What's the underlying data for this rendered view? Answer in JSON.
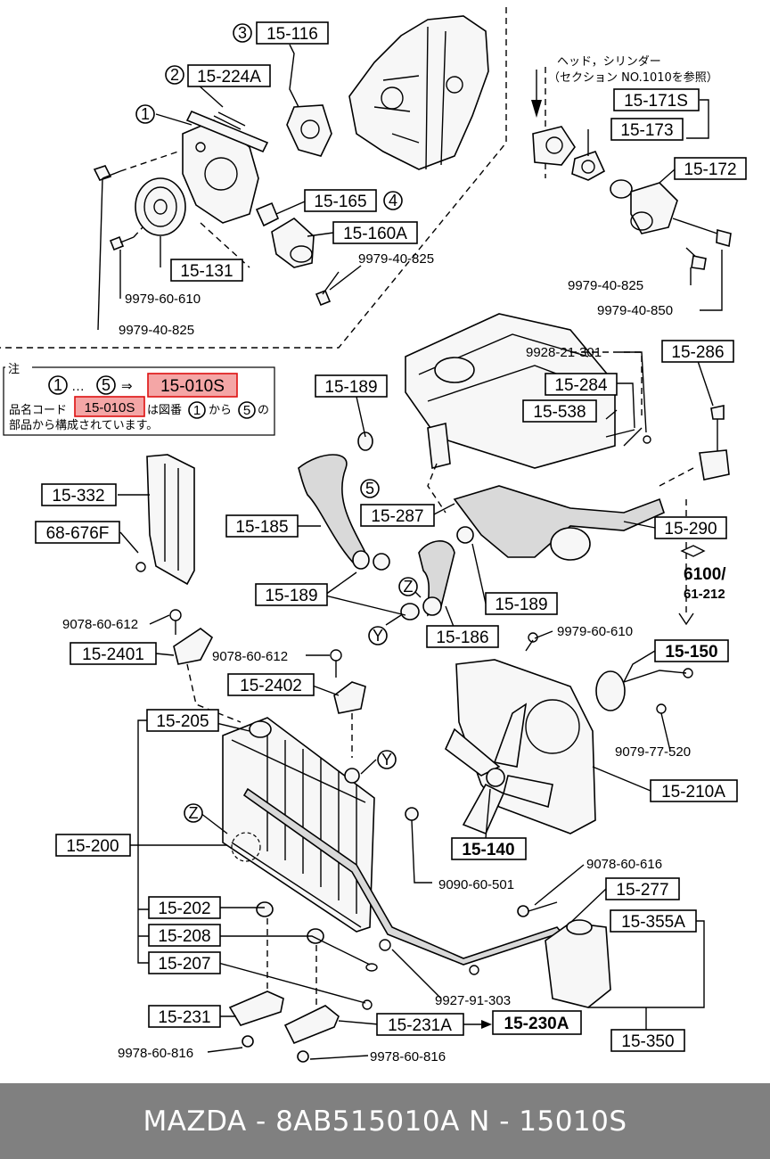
{
  "header_note": {
    "line1": "ヘッド，シリンダー",
    "line2": "（セクション NO.1010を参照）"
  },
  "note_box": {
    "title": "注",
    "range_start": "1",
    "range_end": "5",
    "arrow": "⇒",
    "code": "15-010S",
    "line2_prefix": "品名コード",
    "line2_code": "15-010S",
    "line2_suffix_a": "は図番",
    "line2_from": "1",
    "line2_suffix_b": "から",
    "line2_to": "5",
    "line2_end": "の",
    "line3": "部品から構成されています。"
  },
  "part_labels": [
    "15-116",
    "15-224A",
    "15-165",
    "15-160A",
    "15-131",
    "15-171S",
    "15-173",
    "15-172",
    "15-286",
    "15-284",
    "15-538",
    "15-189",
    "15-189",
    "15-189",
    "15-332",
    "68-676F",
    "15-185",
    "15-287",
    "15-290",
    "15-186",
    "15-2401",
    "15-2402",
    "15-150",
    "15-205",
    "15-200",
    "15-210A",
    "15-140",
    "15-277",
    "15-355A",
    "15-202",
    "15-208",
    "15-207",
    "15-231",
    "15-231A",
    "15-230A",
    "15-350"
  ],
  "bolt_codes": [
    "9979-40-825",
    "9979-60-610",
    "9979-40-825",
    "9979-40-825",
    "9979-40-850",
    "9928-21-301",
    "9078-60-612",
    "9078-60-612",
    "9979-60-610",
    "9079-77-520",
    "9090-60-501",
    "9078-60-616",
    "9927-91-303",
    "9978-60-816",
    "9978-60-816"
  ],
  "callouts": [
    "1",
    "2",
    "3",
    "4",
    "5",
    "Y",
    "Z",
    "Y",
    "Z"
  ],
  "page_ref": {
    "line1": "6100/",
    "line2": "61-212"
  },
  "footer": {
    "text": "MAZDA - 8AB515010A     N - 15010S"
  }
}
